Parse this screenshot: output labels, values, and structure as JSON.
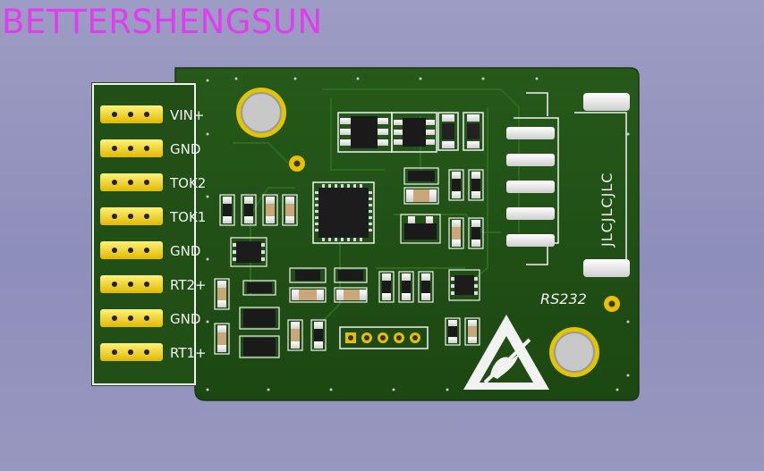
{
  "watermark": "BETTERSHENGSUN",
  "pin_labels": [
    "VIN+",
    "GND",
    "TOK2",
    "TOK1",
    "GND",
    "RT2+",
    "GND",
    "RT1+"
  ],
  "antenna_text": "JLCJLCJLC",
  "port_label": "RS232",
  "colors": {
    "background": "#9797c0",
    "pcb": "#1f4d14",
    "silkscreen": "#f2f2f2",
    "gold": "#e8c000",
    "watermark": "#e23cf0"
  }
}
